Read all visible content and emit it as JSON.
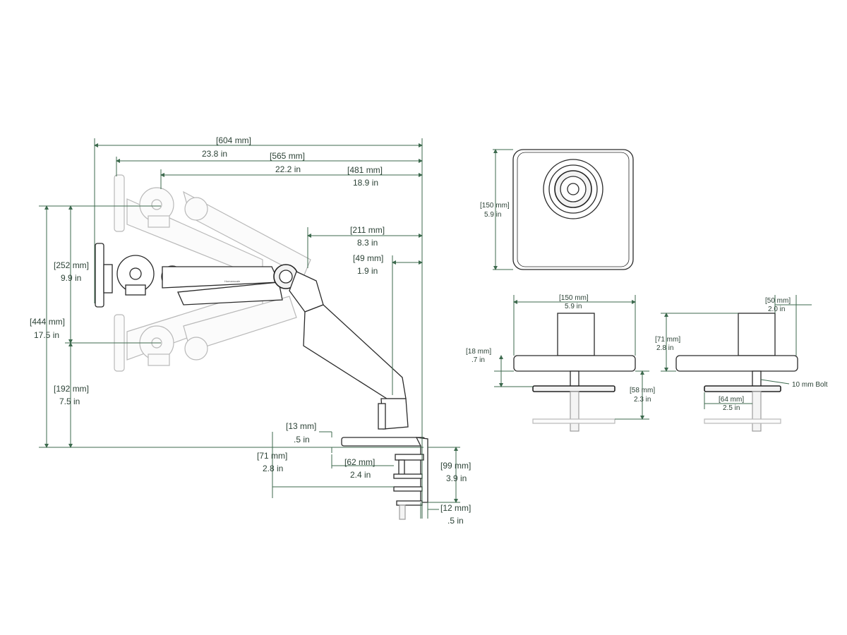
{
  "side_view": {
    "overall_reach": {
      "mm": "[604 mm]",
      "in": "23.8 in"
    },
    "reach_mid": {
      "mm": "[565 mm]",
      "in": "22.2 in"
    },
    "reach_min": {
      "mm": "[481 mm]",
      "in": "18.9 in"
    },
    "pivot_offset": {
      "mm": "[211 mm]",
      "in": "8.3 in"
    },
    "post_offset": {
      "mm": "[49 mm]",
      "in": "1.9 in"
    },
    "height_range": {
      "mm": "[252 mm]",
      "in": "9.9 in"
    },
    "total_height": {
      "mm": "[444 mm]",
      "in": "17.5 in"
    },
    "min_height": {
      "mm": "[192 mm]",
      "in": "7.5 in"
    },
    "base_thickness": {
      "mm": "[13 mm]",
      "in": ".5 in"
    },
    "clamp_depth": {
      "mm": "[71 mm]",
      "in": "2.8 in"
    },
    "clamp_gap": {
      "mm": "[62 mm]",
      "in": "2.4 in"
    },
    "clamp_height": {
      "mm": "[99 mm]",
      "in": "3.9 in"
    },
    "clamp_lip": {
      "mm": "[12 mm]",
      "in": ".5 in"
    },
    "arm_brand": "Humanscale"
  },
  "vesa_plate": {
    "size": {
      "mm": "[150 mm]",
      "in": "5.9 in"
    }
  },
  "base_front": {
    "width": {
      "mm": "[150 mm]",
      "in": "5.9 in"
    },
    "thickness": {
      "mm": "[18 mm]",
      "in": ".7 in"
    },
    "clamp_gap": {
      "mm": "[58 mm]",
      "in": "2.3 in"
    }
  },
  "base_side": {
    "post_width": {
      "mm": "[50 mm]",
      "in": "2.0 in"
    },
    "post_height": {
      "mm": "[71 mm]",
      "in": "2.8 in"
    },
    "clamp_width": {
      "mm": "[64 mm]",
      "in": "2.5 in"
    },
    "bolt_label": "10 mm Bolt"
  },
  "colors": {
    "dimension_line": "#3d6a4e",
    "dimension_text": "#2c4236",
    "part_stroke": "#2a2a2a",
    "ghost_stroke": "#b9b9b9"
  }
}
